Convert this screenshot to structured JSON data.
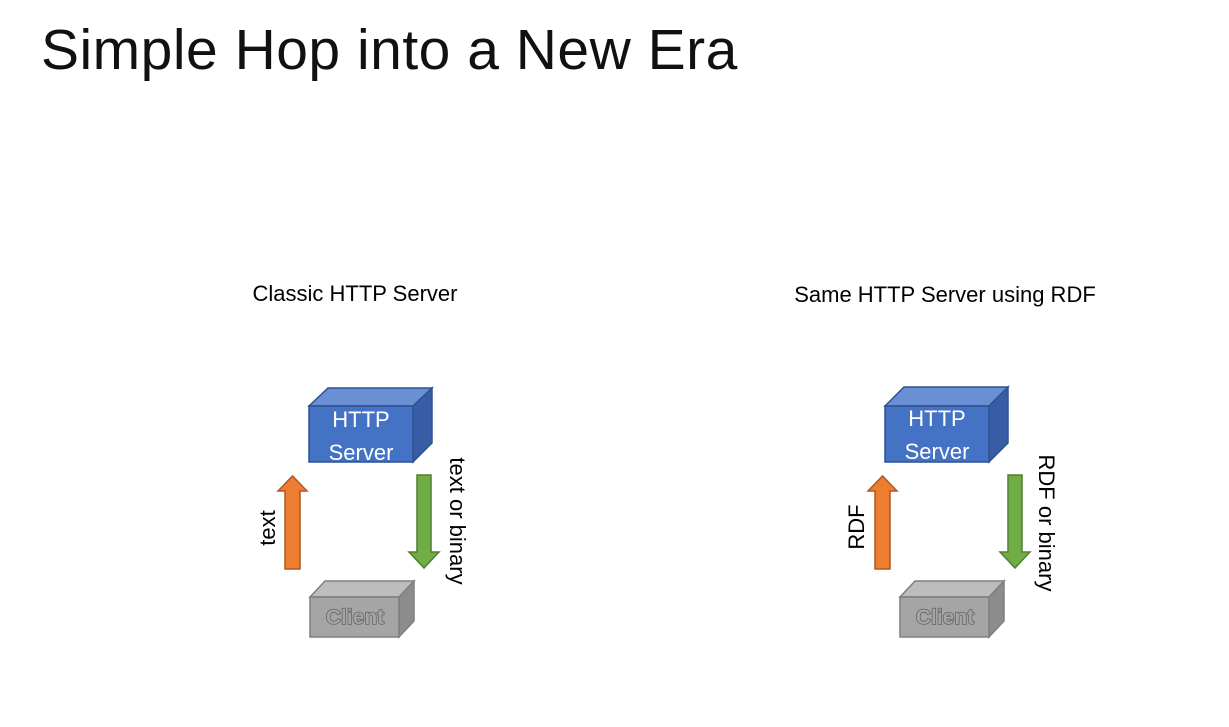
{
  "title": "Simple Hop into a New Era",
  "diagrams": [
    {
      "caption": "Classic HTTP Server",
      "server_line1": "HTTP",
      "server_line2": "Server",
      "client_label": "Client",
      "up_label": "text",
      "down_label": "text or binary"
    },
    {
      "caption": "Same HTTP Server using RDF",
      "server_line1": "HTTP",
      "server_line2": "Server",
      "client_label": "Client",
      "up_label": "RDF",
      "down_label": "RDF or binary"
    }
  ],
  "colors": {
    "server_face": "#4472C4",
    "server_top": "#6B8FD4",
    "server_side": "#365DA6",
    "server_stroke": "#2F528F",
    "client_face": "#A5A5A5",
    "client_top": "#BDBDBD",
    "client_side": "#8C8C8C",
    "client_stroke": "#7F7F7F",
    "up_arrow": "#ED7D31",
    "up_arrow_stroke": "#AE5A21",
    "down_arrow": "#70AD47",
    "down_arrow_stroke": "#507E32"
  }
}
